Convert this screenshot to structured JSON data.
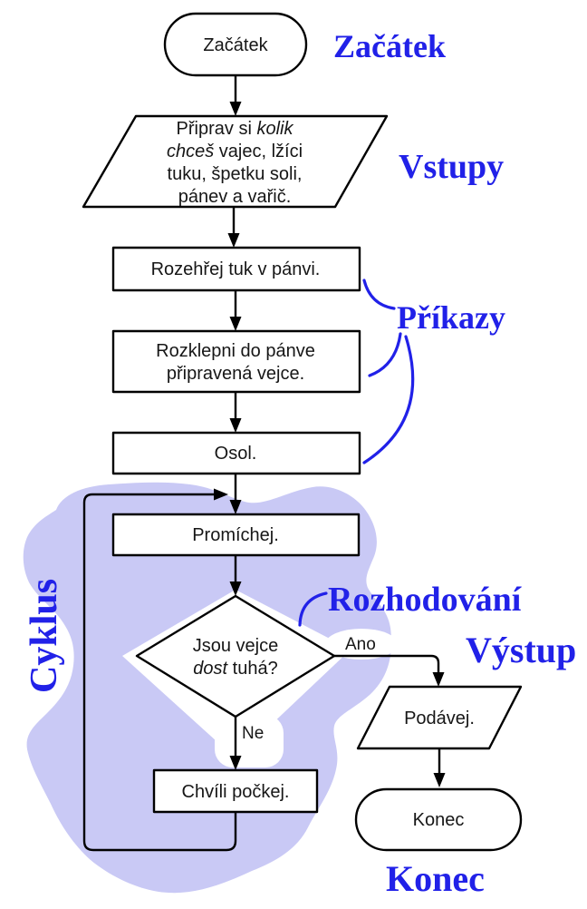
{
  "diagram": {
    "nodes": {
      "start": "Začátek",
      "inputs": {
        "line1": {
          "a": "Připrav si",
          "b_italic": " kolik"
        },
        "line2": {
          "a_italic": "chceš",
          "b": " vajec, lžíci"
        },
        "line3": "tuku, špetku soli,",
        "line4": "pánev a vařič."
      },
      "process1": "Rozehřej tuk v pánvi.",
      "process2_line1": "Rozklepni do pánve",
      "process2_line2": "připravená vejce.",
      "process3": "Osol.",
      "process4": "Promíchej.",
      "decision": {
        "line1": "Jsou vejce",
        "line2_italic": "dost",
        "line2_rest": " tuhá?"
      },
      "process5": "Chvíli počkej.",
      "output": "Podávej.",
      "end": "Konec"
    },
    "branches": {
      "yes": "Ano",
      "no": "Ne"
    },
    "annotations": {
      "start": "Začátek",
      "inputs": "Vstupy",
      "commands": "Příkazy",
      "decision": "Rozhodování",
      "loop": "Cyklus",
      "output": "Výstup",
      "end": "Konec"
    },
    "colors": {
      "annotation_blue": "#2121e8",
      "loop_blob_lavender": "#c9c9f5",
      "shape_stroke": "#000000",
      "shape_fill": "#ffffff",
      "node_text": "#161616"
    }
  }
}
